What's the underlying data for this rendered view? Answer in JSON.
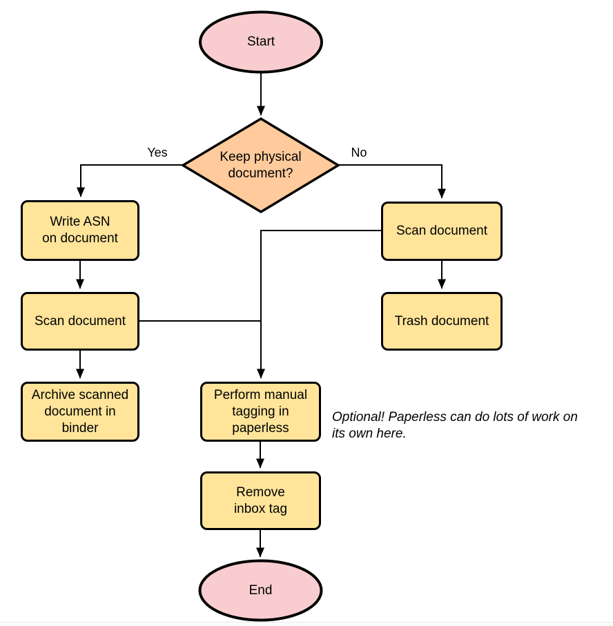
{
  "diagram": {
    "nodes": {
      "start": {
        "label": "Start"
      },
      "decision": {
        "label": "Keep physical\ndocument?"
      },
      "write_asn": {
        "label": "Write ASN\non document"
      },
      "scan_left": {
        "label": "Scan document"
      },
      "archive": {
        "label": "Archive scanned\ndocument in\nbinder"
      },
      "scan_right": {
        "label": "Scan document"
      },
      "trash": {
        "label": "Trash document"
      },
      "tagging": {
        "label": "Perform manual\ntagging in\npaperless"
      },
      "remove_inbox": {
        "label": "Remove\ninbox tag"
      },
      "end": {
        "label": "End"
      }
    },
    "edge_labels": {
      "yes": "Yes",
      "no": "No"
    },
    "note": "Optional! Paperless can do lots of work on\nits own here.",
    "colors": {
      "terminator_fill": "#f9cdd0",
      "decision_fill": "#ffca9c",
      "process_fill": "#ffe49a",
      "stroke": "#000000",
      "background": "#ffffff"
    }
  }
}
